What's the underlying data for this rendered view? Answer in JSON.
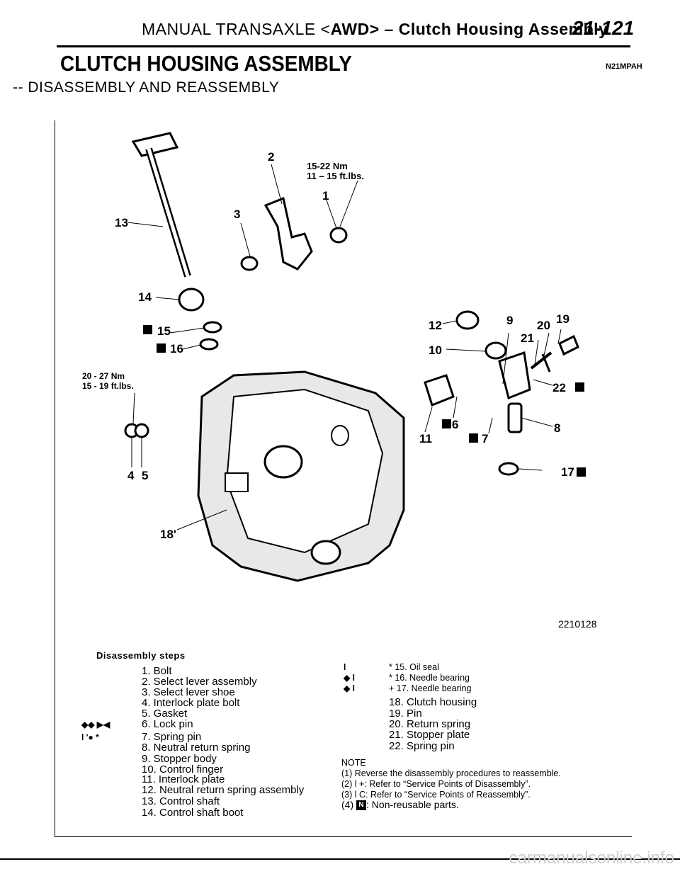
{
  "header": {
    "prefix": "MANUAL TRANSAXLE <",
    "awd": "AWD",
    "suffix": "> – Clutch Housing Assembly",
    "page": "21-121"
  },
  "title": "CLUTCH HOUSING ASSEMBLY",
  "code": "N21MPAH",
  "subtitle": "-- DISASSEMBLY AND REASSEMBLY",
  "diagram": {
    "figure_id": "2210128",
    "torque_top": [
      "15-22 Nm",
      "11 – 15 ft.lbs."
    ],
    "torque_left": [
      "20 - 27 Nm",
      "15 - 19 ft.lbs."
    ],
    "callouts": [
      "1",
      "2",
      "3",
      "4",
      "5",
      "6",
      "7",
      "8",
      "9",
      "10",
      "11",
      "12",
      "13",
      "14",
      "15",
      "16",
      "17",
      "18'",
      "19",
      "20",
      "21",
      "22"
    ],
    "n_mark": "N"
  },
  "disassembly": {
    "heading": "Disassembly steps",
    "left_steps": [
      {
        "marker": "",
        "text": "1. Bolt"
      },
      {
        "marker": "",
        "text": "2. Select lever assembly"
      },
      {
        "marker": "",
        "text": "3. Select lever shoe"
      },
      {
        "marker": "",
        "text": "4. Interlock plate bolt"
      },
      {
        "marker": "",
        "text": "5. Gasket"
      },
      {
        "marker": "◆◆ ▶◀",
        "text": "6. Lock pin"
      },
      {
        "marker": "l '● *",
        "text": "7. Spring pin"
      },
      {
        "marker": "",
        "text": "8. Neutral return spring"
      },
      {
        "marker": "",
        "text": "9. Stopper body"
      },
      {
        "marker": "",
        "text": "10. Control finger"
      },
      {
        "marker": "",
        "text": "11. Interlock plate"
      },
      {
        "marker": "",
        "text": "12. Neutral return spring assembly"
      },
      {
        "marker": "",
        "text": "13. Control shaft"
      },
      {
        "marker": "",
        "text": "14. Control shaft boot"
      }
    ],
    "right_steps": [
      {
        "marker": "l",
        "text": "* 15. Oil seal"
      },
      {
        "marker": "◆ l",
        "text": "* 16. Needle bearing"
      },
      {
        "marker": "◆ l",
        "text": "+ 17. Needle bearing"
      },
      {
        "marker": "",
        "text": "18. Clutch housing"
      },
      {
        "marker": "",
        "text": "19. Pin"
      },
      {
        "marker": "",
        "text": "20. Return spring"
      },
      {
        "marker": "",
        "text": "21. Stopper plate"
      },
      {
        "marker": "",
        "text": "22. Spring pin"
      }
    ],
    "note_heading": "NOTE",
    "notes": [
      "(1)  Reverse the disassembly procedures to reassemble.",
      "(2)  l  +: Refer to “Service Points of Disassembly”.",
      "(3)  l  C: Refer to “Service Points of Reassembly”.",
      "(4)",
      ": Non-reusable parts."
    ]
  },
  "watermark": "carmanualsonline.info"
}
